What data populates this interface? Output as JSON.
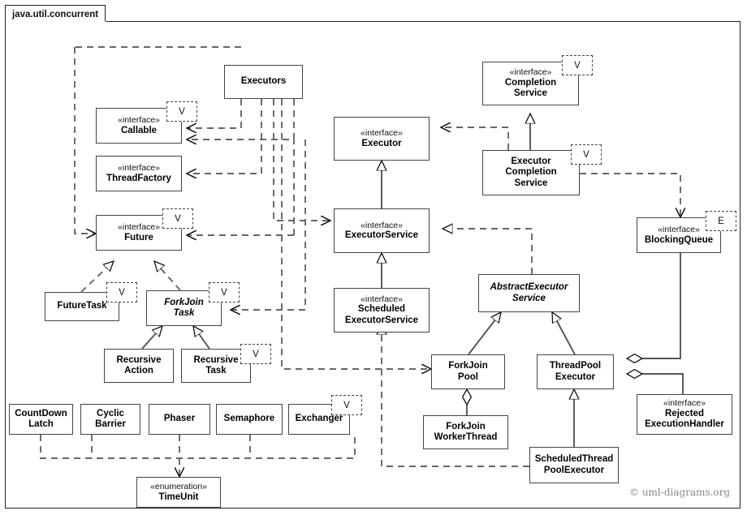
{
  "package": {
    "label": "java.util.concurrent"
  },
  "credit": {
    "text": "© uml-diagrams.org"
  },
  "stereotypes": {
    "interface": "«interface»",
    "enumeration": "«enumeration»"
  },
  "type_params": {
    "V": "V",
    "E": "E"
  },
  "classes": [
    {
      "id": "executors",
      "name": "Executors",
      "stereotype": "",
      "kind": "class",
      "tparam": ""
    },
    {
      "id": "callable",
      "name": "Callable",
      "stereotype": "«interface»",
      "kind": "interface",
      "tparam": "V"
    },
    {
      "id": "threadfactory",
      "name": "ThreadFactory",
      "stereotype": "«interface»",
      "kind": "interface",
      "tparam": ""
    },
    {
      "id": "future",
      "name": "Future",
      "stereotype": "«interface»",
      "kind": "interface",
      "tparam": "V"
    },
    {
      "id": "futuretask",
      "name": "FutureTask",
      "stereotype": "",
      "kind": "class",
      "tparam": "V"
    },
    {
      "id": "forkjointask",
      "name": "ForkJoin\nTask",
      "stereotype": "",
      "kind": "abstract",
      "tparam": "V"
    },
    {
      "id": "recursiveaction",
      "name": "Recursive\nAction",
      "stereotype": "",
      "kind": "class",
      "tparam": ""
    },
    {
      "id": "recursivetask",
      "name": "Recursive\nTask",
      "stereotype": "",
      "kind": "class",
      "tparam": "V"
    },
    {
      "id": "countdownlatch",
      "name": "CountDown\nLatch",
      "stereotype": "",
      "kind": "class",
      "tparam": ""
    },
    {
      "id": "cyclicbarrier",
      "name": "Cyclic\nBarrier",
      "stereotype": "",
      "kind": "class",
      "tparam": ""
    },
    {
      "id": "phaser",
      "name": "Phaser",
      "stereotype": "",
      "kind": "class",
      "tparam": ""
    },
    {
      "id": "semaphore",
      "name": "Semaphore",
      "stereotype": "",
      "kind": "class",
      "tparam": ""
    },
    {
      "id": "exchanger",
      "name": "Exchanger",
      "stereotype": "",
      "kind": "class",
      "tparam": "V"
    },
    {
      "id": "timeunit",
      "name": "TimeUnit",
      "stereotype": "«enumeration»",
      "kind": "enum",
      "tparam": ""
    },
    {
      "id": "executor",
      "name": "Executor",
      "stereotype": "«interface»",
      "kind": "interface",
      "tparam": ""
    },
    {
      "id": "executorservice",
      "name": "ExecutorService",
      "stereotype": "«interface»",
      "kind": "interface",
      "tparam": ""
    },
    {
      "id": "schedexecservice",
      "name": "Scheduled\nExecutorService",
      "stereotype": "«interface»",
      "kind": "interface",
      "tparam": ""
    },
    {
      "id": "completionservice",
      "name": "Completion\nService",
      "stereotype": "«interface»",
      "kind": "interface",
      "tparam": "V"
    },
    {
      "id": "execcompletion",
      "name": "Executor\nCompletion\nService",
      "stereotype": "",
      "kind": "class",
      "tparam": "V"
    },
    {
      "id": "abstractexecsvc",
      "name": "AbstractExecutor\nService",
      "stereotype": "",
      "kind": "abstract",
      "tparam": ""
    },
    {
      "id": "blockingqueue",
      "name": "BlockingQueue",
      "stereotype": "«interface»",
      "kind": "interface",
      "tparam": "E"
    },
    {
      "id": "forkjoinpool",
      "name": "ForkJoin\nPool",
      "stereotype": "",
      "kind": "class",
      "tparam": ""
    },
    {
      "id": "forkjoinworker",
      "name": "ForkJoin\nWorkerThread",
      "stereotype": "",
      "kind": "class",
      "tparam": ""
    },
    {
      "id": "threadpoolexec",
      "name": "ThreadPool\nExecutor",
      "stereotype": "",
      "kind": "class",
      "tparam": ""
    },
    {
      "id": "schedthreadpool",
      "name": "ScheduledThread\nPoolExecutor",
      "stereotype": "",
      "kind": "class",
      "tparam": ""
    },
    {
      "id": "rejectedhandler",
      "name": "Rejected\nExecutionHandler",
      "stereotype": "«interface»",
      "kind": "interface",
      "tparam": ""
    }
  ],
  "relationships": [
    {
      "from": "executors",
      "to": "callable",
      "type": "dependency"
    },
    {
      "from": "executors",
      "to": "threadfactory",
      "type": "dependency"
    },
    {
      "from": "executors",
      "to": "future",
      "type": "dependency"
    },
    {
      "from": "executors",
      "to": "executorservice",
      "type": "dependency"
    },
    {
      "from": "executors",
      "to": "schedexecservice",
      "type": "dependency"
    },
    {
      "from": "executors",
      "to": "forkjoinpool",
      "type": "dependency"
    },
    {
      "from": "executors",
      "to": "forkjointask",
      "type": "dependency"
    },
    {
      "from": "futuretask",
      "to": "future",
      "type": "realization"
    },
    {
      "from": "forkjointask",
      "to": "future",
      "type": "realization"
    },
    {
      "from": "recursiveaction",
      "to": "forkjointask",
      "type": "generalization"
    },
    {
      "from": "recursivetask",
      "to": "forkjointask",
      "type": "generalization"
    },
    {
      "from": "executorservice",
      "to": "executor",
      "type": "generalization"
    },
    {
      "from": "schedexecservice",
      "to": "executorservice",
      "type": "generalization"
    },
    {
      "from": "execcompletion",
      "to": "completionservice",
      "type": "generalization"
    },
    {
      "from": "execcompletion",
      "to": "executor",
      "type": "dependency"
    },
    {
      "from": "execcompletion",
      "to": "blockingqueue",
      "type": "dependency"
    },
    {
      "from": "abstractexecsvc",
      "to": "executorservice",
      "type": "realization"
    },
    {
      "from": "forkjoinpool",
      "to": "abstractexecsvc",
      "type": "generalization"
    },
    {
      "from": "threadpoolexec",
      "to": "abstractexecsvc",
      "type": "generalization"
    },
    {
      "from": "forkjoinpool",
      "to": "forkjoinworker",
      "type": "aggregation"
    },
    {
      "from": "threadpoolexec",
      "to": "blockingqueue",
      "type": "aggregation"
    },
    {
      "from": "threadpoolexec",
      "to": "rejectedhandler",
      "type": "aggregation"
    },
    {
      "from": "schedthreadpool",
      "to": "threadpoolexec",
      "type": "generalization"
    },
    {
      "from": "schedthreadpool",
      "to": "schedexecservice",
      "type": "realization"
    },
    {
      "from": "countdownlatch",
      "to": "timeunit",
      "type": "dependency"
    },
    {
      "from": "cyclicbarrier",
      "to": "timeunit",
      "type": "dependency"
    },
    {
      "from": "phaser",
      "to": "timeunit",
      "type": "dependency"
    },
    {
      "from": "semaphore",
      "to": "timeunit",
      "type": "dependency"
    },
    {
      "from": "exchanger",
      "to": "timeunit",
      "type": "dependency"
    }
  ]
}
